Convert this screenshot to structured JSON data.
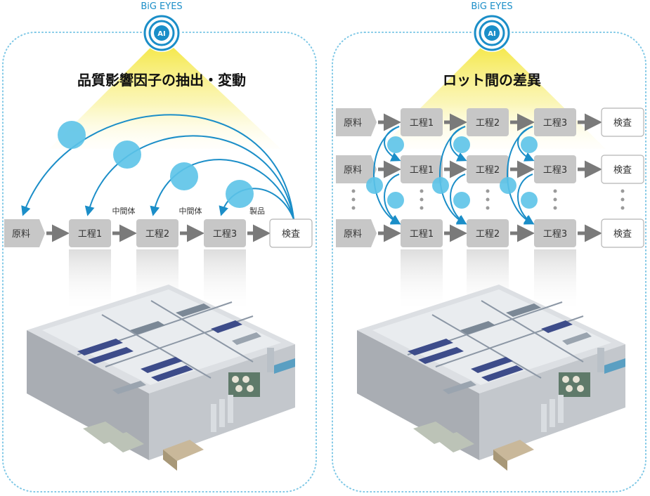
{
  "left_panel": {
    "brand": "BiG EYES",
    "ai_badge": "AI",
    "title": "品質影響因子の抽出・変動",
    "steps": [
      "原料",
      "工程1",
      "工程2",
      "工程3",
      "検査"
    ],
    "flow_labels": [
      "中間体",
      "中間体",
      "製品"
    ]
  },
  "right_panel": {
    "brand": "BiG EYES",
    "ai_badge": "AI",
    "title": "ロット間の差異",
    "rows": [
      [
        "原料",
        "工程1",
        "工程2",
        "工程3",
        "検査"
      ],
      [
        "原料",
        "工程1",
        "工程2",
        "工程3",
        "検査"
      ],
      [
        "原料",
        "工程1",
        "工程2",
        "工程3",
        "検査"
      ]
    ]
  },
  "colors": {
    "accent_blue": "#1b8ec8",
    "bubble_blue": "#5cc3e8",
    "beam_yellow": "#f7ee8c",
    "step_gray": "#c7c7c7",
    "arrow_gray": "#7a7a7a",
    "panel_border": "#7fc8e6"
  }
}
